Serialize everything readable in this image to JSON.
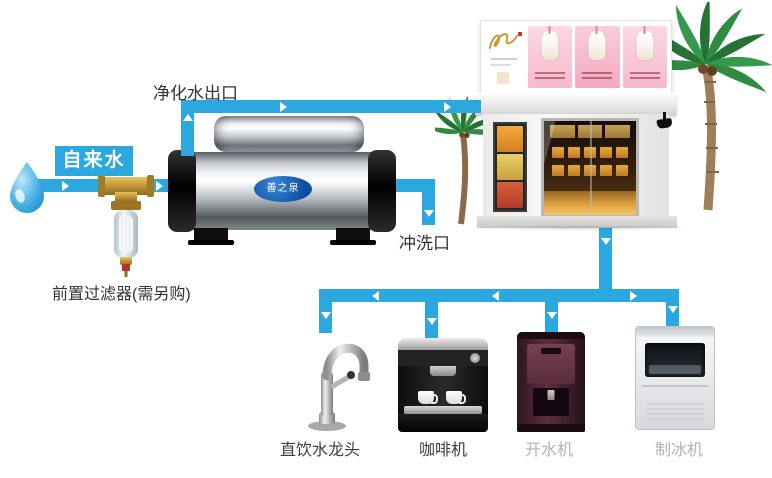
{
  "colors": {
    "pipe_blue": "#2ba8e0",
    "tap_badge_bg": "#2ba8e0",
    "tap_badge_text": "#ffffff",
    "label_dark": "#3d3d3d",
    "label_gray": "#b3b3b3",
    "brand_logo_blue": "#0c4da0"
  },
  "source": {
    "tap_water_label": "自来水",
    "prefilter_label": "前置过滤器(需另购)"
  },
  "purifier": {
    "outlet_label": "净化水出口",
    "flush_label": "冲洗口",
    "brand_label": "善之泉"
  },
  "appliances": [
    {
      "id": "faucet",
      "label": "直饮水龙头"
    },
    {
      "id": "coffee-machine",
      "label": "咖啡机"
    },
    {
      "id": "water-boiler",
      "label": "开水机"
    },
    {
      "id": "ice-maker",
      "label": "制冰机"
    }
  ]
}
